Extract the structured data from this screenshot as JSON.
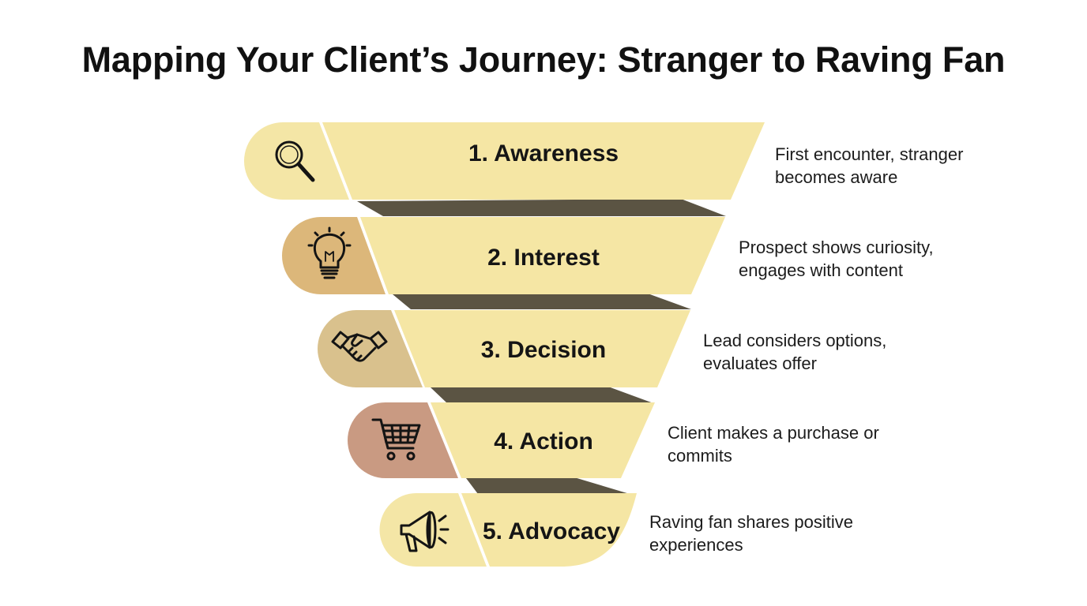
{
  "title": "Mapping Your Client’s Journey: Stranger to Raving Fan",
  "stages": [
    {
      "label": "1. Awareness",
      "description": "First encounter, stranger becomes aware",
      "icon": "magnifying-glass-icon",
      "badge_color": "#f4e6a6"
    },
    {
      "label": "2. Interest",
      "description": "Prospect shows curiosity, engages with content",
      "icon": "lightbulb-icon",
      "badge_color": "#dcb77a"
    },
    {
      "label": "3. Decision",
      "description": "Lead considers options, evaluates offer",
      "icon": "handshake-icon",
      "badge_color": "#d9c18d"
    },
    {
      "label": "4. Action",
      "description": "Client makes a purchase or commits",
      "icon": "shopping-cart-icon",
      "badge_color": "#c99a82"
    },
    {
      "label": "5. Advocacy",
      "description": "Raving fan shares positive experiences",
      "icon": "megaphone-icon",
      "badge_color": "#f4e6a6"
    }
  ],
  "colors": {
    "funnel_fill": "#f5e6a4",
    "connector_fill": "#5b5443",
    "text": "#151515"
  }
}
